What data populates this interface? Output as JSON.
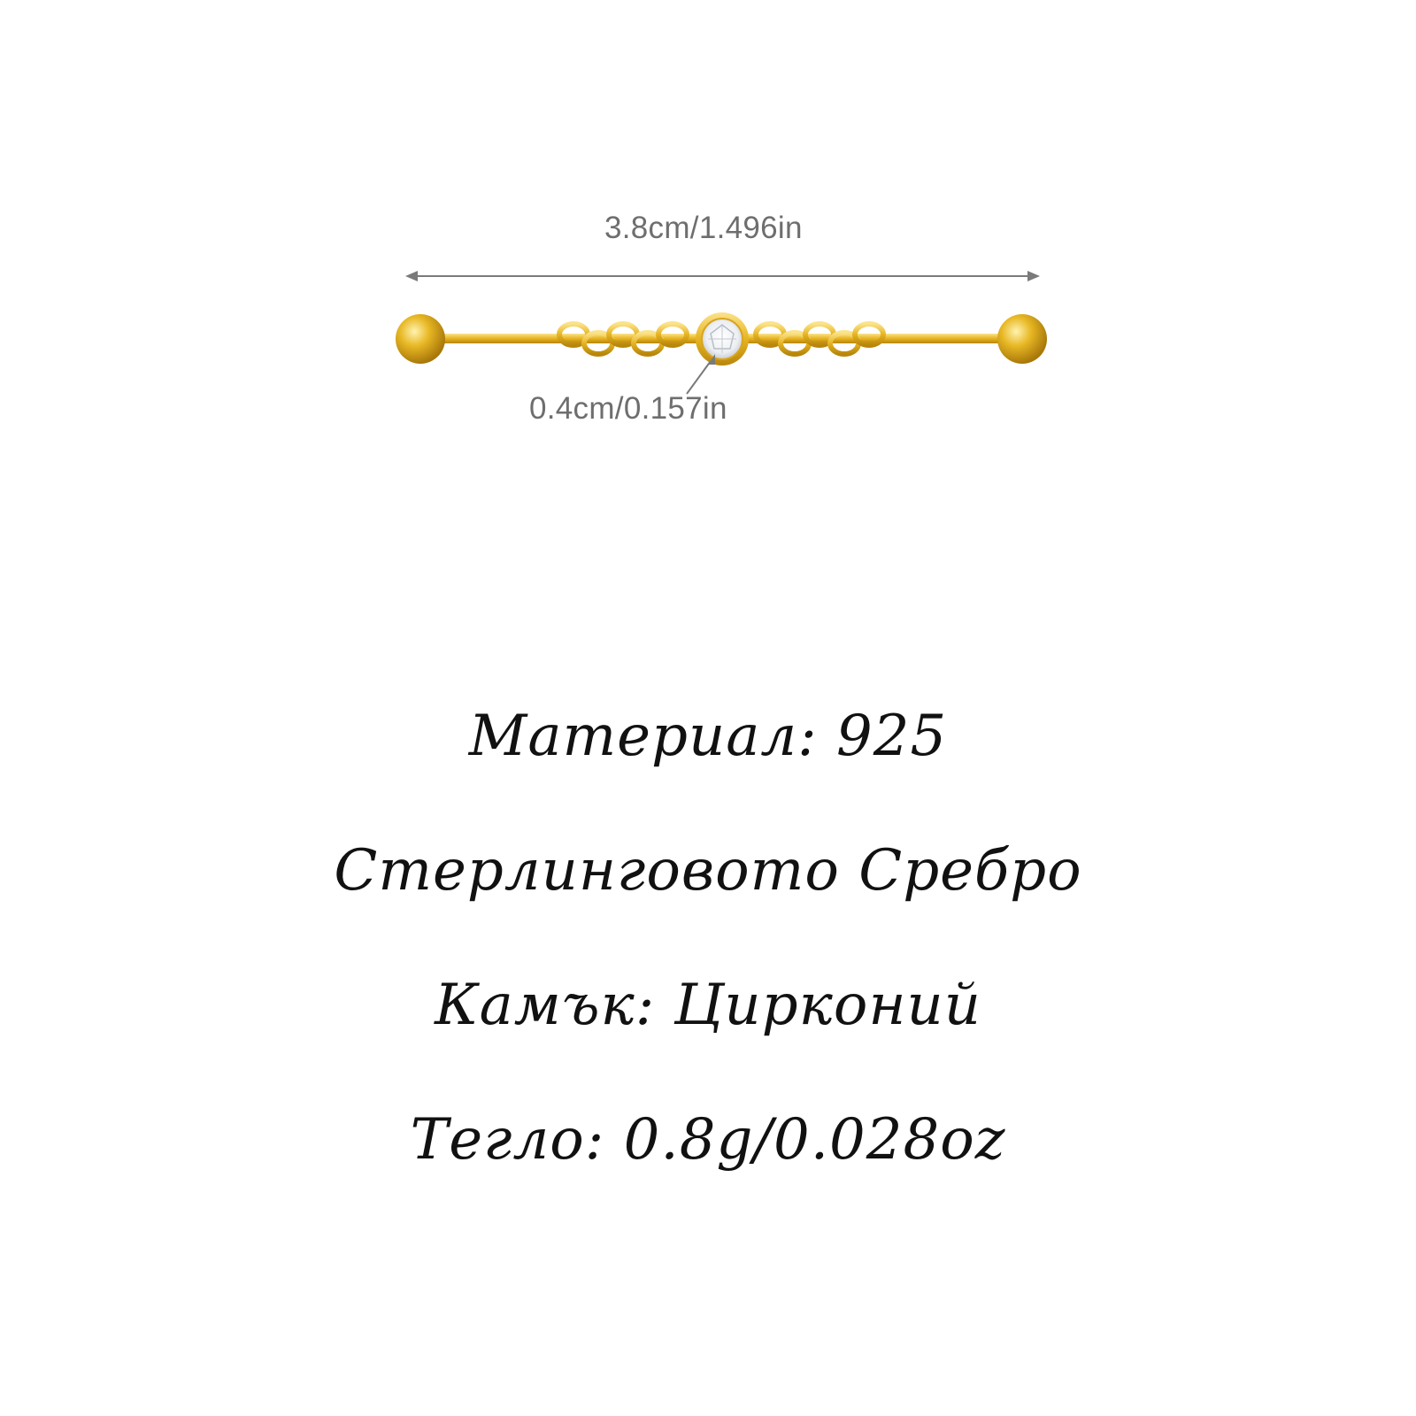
{
  "product": {
    "colors": {
      "gold": "#e6b422",
      "gold_dark": "#b8860b",
      "gold_light": "#fbe38a",
      "stone": "#f2f4f7",
      "arrow": "#7a7a7a",
      "label": "#6e6e6e"
    },
    "dimensions": {
      "length_label": "3.8cm/1.496in",
      "stone_label": "0.4cm/0.157in"
    }
  },
  "specs": {
    "material_line": "Материал: 925",
    "material_name": "Стерлинговото Сребро",
    "stone_line": "Камък: Цирконий",
    "weight_line": "Тегло: 0.8g/0.028oz"
  }
}
